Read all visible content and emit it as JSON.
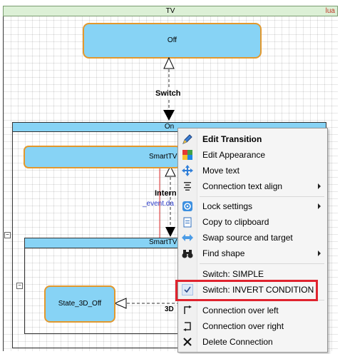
{
  "diagram": {
    "tv_title": "TV",
    "lua_tag": "lua",
    "off_state": "Off",
    "switch_label": "Switch",
    "on_title": "On",
    "smarttv_state": "SmartTV",
    "internal_label": "Intern",
    "event_label": "_event.da",
    "smarttv_container": "SmartTV",
    "state_3d_off": "State_3D_Off",
    "label_3d": "3D",
    "collapse_symbol": "−"
  },
  "context_menu": {
    "items": [
      {
        "label": "Edit Transition",
        "icon": "pen-icon",
        "bold": true,
        "submenu": false
      },
      {
        "label": "Edit Appearance",
        "icon": "palette-icon",
        "bold": false,
        "submenu": false
      },
      {
        "label": "Move text",
        "icon": "move-arrows-icon",
        "bold": false,
        "submenu": false
      },
      {
        "label": "Connection text align",
        "icon": "align-icon",
        "bold": false,
        "submenu": true
      },
      {
        "label": "Lock settings",
        "icon": "lock-settings-icon",
        "bold": false,
        "submenu": true
      },
      {
        "label": "Copy to clipboard",
        "icon": "clipboard-icon",
        "bold": false,
        "submenu": false
      },
      {
        "label": "Swap source and target",
        "icon": "swap-icon",
        "bold": false,
        "submenu": false
      },
      {
        "label": "Find shape",
        "icon": "binoculars-icon",
        "bold": false,
        "submenu": true
      },
      {
        "label": "Switch: SIMPLE",
        "icon": "",
        "bold": false,
        "submenu": false
      },
      {
        "label": "Switch: INVERT CONDITION",
        "icon": "checkmark-icon",
        "bold": false,
        "submenu": false,
        "checked": true
      },
      {
        "label": "Connection over left",
        "icon": "route-left-icon",
        "bold": false,
        "submenu": false
      },
      {
        "label": "Connection over right",
        "icon": "route-right-icon",
        "bold": false,
        "submenu": false
      },
      {
        "label": "Delete Connection",
        "icon": "delete-x-icon",
        "bold": false,
        "submenu": false
      }
    ]
  },
  "colors": {
    "state_fill": "#87d3f5",
    "state_border": "#e2982d",
    "header_fill": "#dcf0d6",
    "highlight": "#e0232e",
    "menu_bg": "#f5f5f5"
  }
}
